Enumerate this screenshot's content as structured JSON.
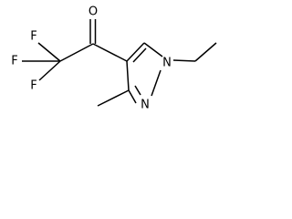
{
  "molecule": {
    "atoms": {
      "oxygen": "O",
      "fluorine_top": "F",
      "fluorine_left": "F",
      "fluorine_bottom": "F",
      "nitrogen_1": "N",
      "nitrogen_2": "N"
    }
  }
}
